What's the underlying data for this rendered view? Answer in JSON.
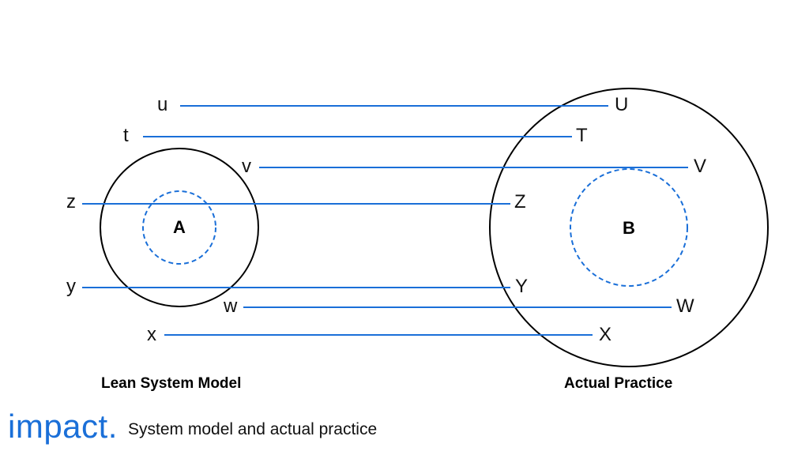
{
  "colors": {
    "line": "#1a6fd8",
    "circle": "#000000",
    "logo": "#1a6fd8"
  },
  "left_labels": {
    "u": "u",
    "t": "t",
    "v": "v",
    "z": "z",
    "y": "y",
    "w": "w",
    "x": "x"
  },
  "right_labels": {
    "U": "U",
    "T": "T",
    "V": "V",
    "Z": "Z",
    "Y": "Y",
    "W": "W",
    "X": "X"
  },
  "circle_a_label": "A",
  "circle_b_label": "B",
  "caption_left": "Lean System Model",
  "caption_right": "Actual Practice",
  "footer": {
    "logo_text": "impact.",
    "tagline": "System model and actual practice"
  }
}
